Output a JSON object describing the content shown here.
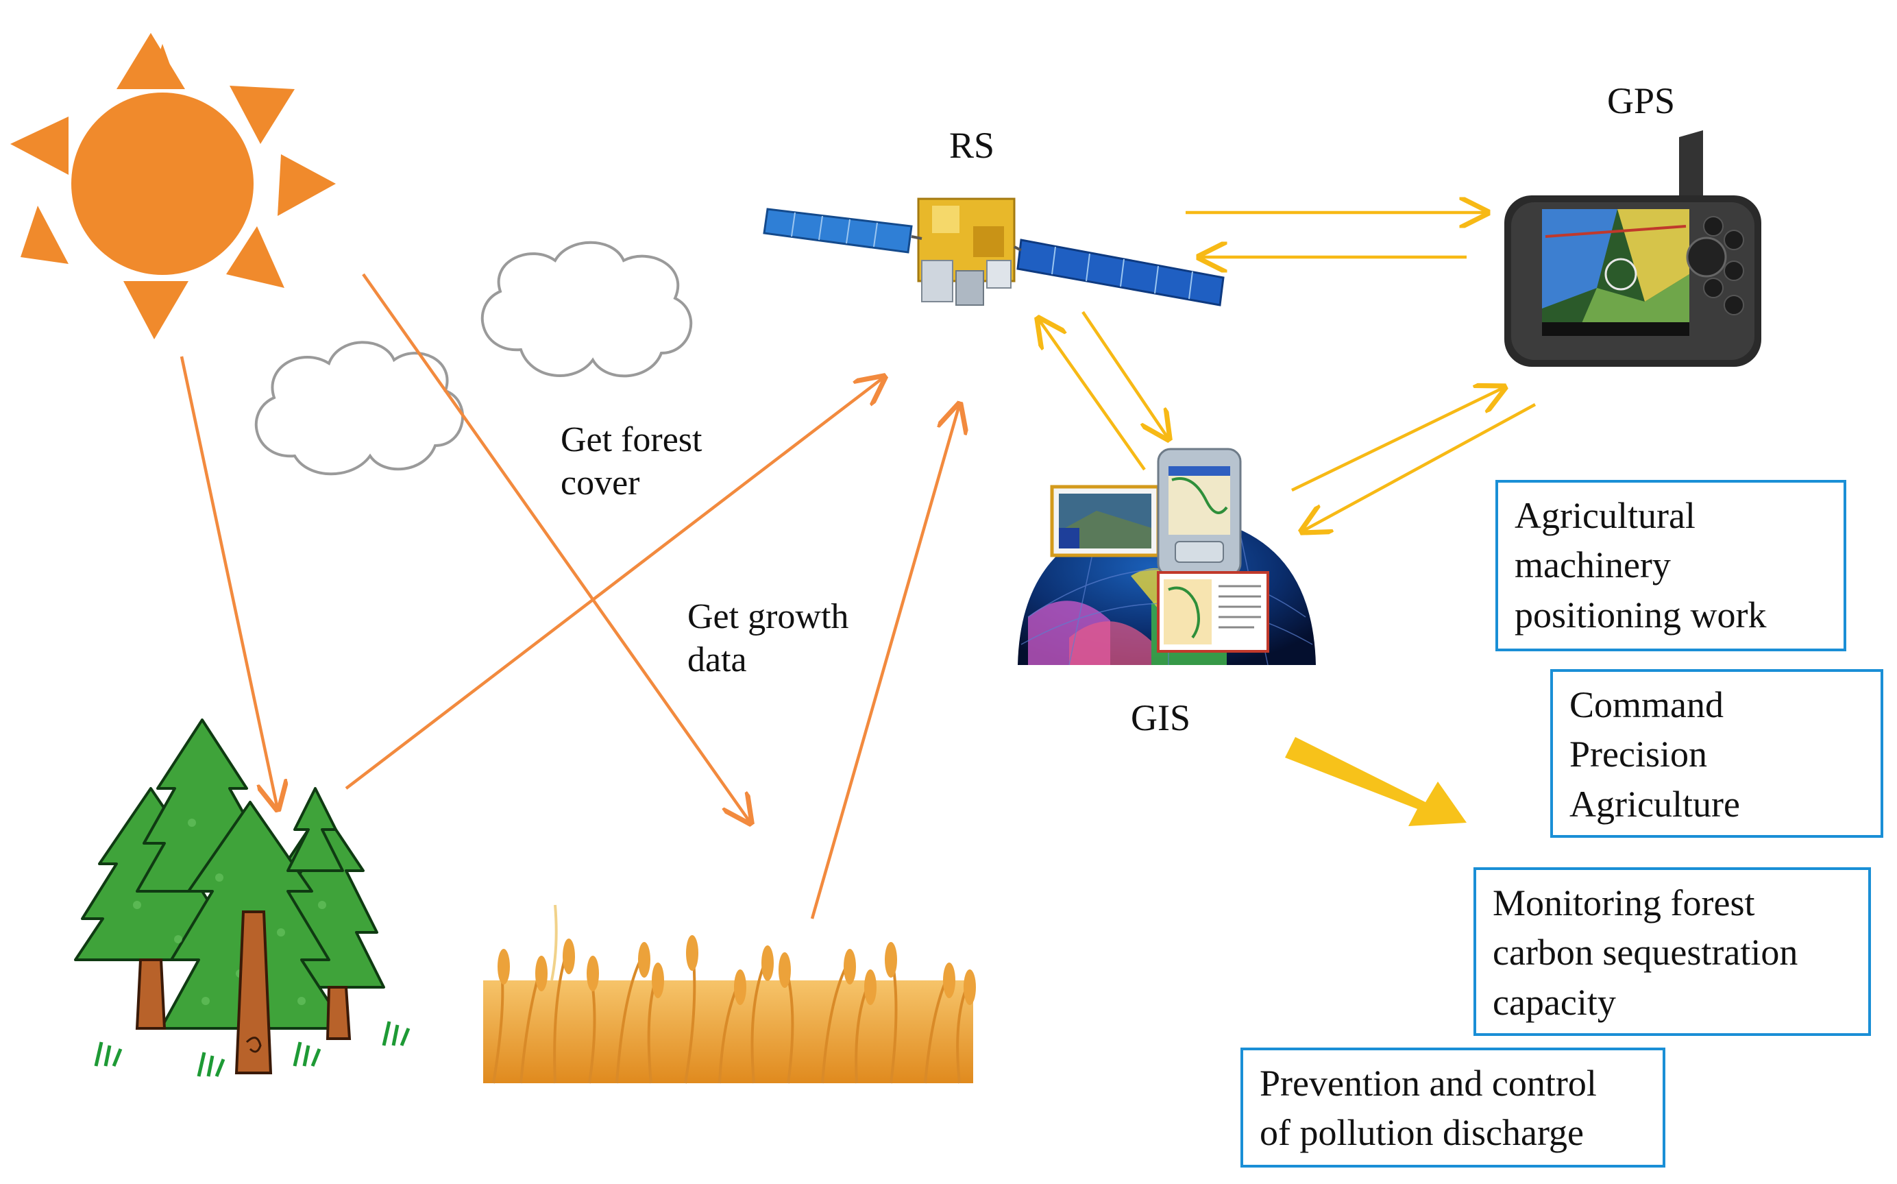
{
  "labels": {
    "rs": "RS",
    "gps": "GPS",
    "gis": "GIS",
    "forest_cover": [
      "Get forest",
      "cover"
    ],
    "growth_data": [
      "Get growth",
      "data"
    ]
  },
  "outcomes": [
    [
      "Agricultural",
      "machinery",
      "positioning work"
    ],
    [
      "Command",
      "Precision",
      "Agriculture"
    ],
    [
      "Monitoring forest",
      "carbon sequestration",
      "capacity"
    ],
    [
      "Prevention and control",
      "of pollution discharge"
    ]
  ],
  "colors": {
    "sun": "#f08a2c",
    "orange_arrow": "#f28a3e",
    "yellow_arrow": "#f7b915",
    "box_border": "#1a8fd6",
    "tree": "#1e9a35",
    "trunk": "#b8622a",
    "wheat": "#e9a035"
  },
  "icons": [
    "sun-icon",
    "cloud-icon",
    "satellite-icon",
    "gps-device-icon",
    "gis-globe-icon",
    "forest-icon",
    "wheat-field-icon",
    "big-arrow-icon"
  ]
}
